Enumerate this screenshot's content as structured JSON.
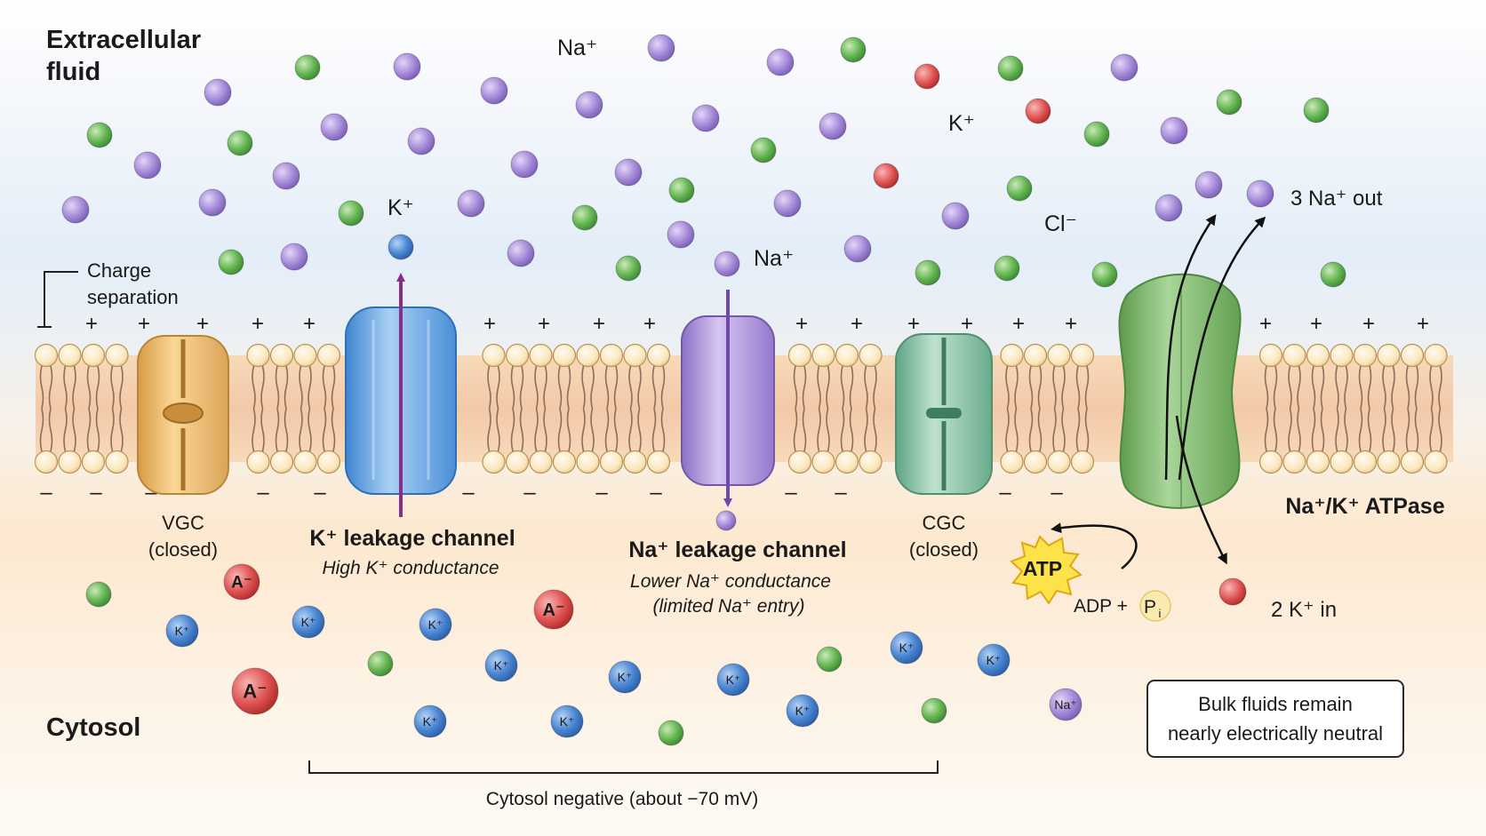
{
  "regions": {
    "extracellular_line1": "Extracellular",
    "extracellular_line2": "fluid",
    "cytosol": "Cytosol"
  },
  "charge_separation": {
    "line1": "Charge",
    "line2": "separation",
    "plus_sign": "+",
    "minus_sign": "–"
  },
  "channels": {
    "vgc": {
      "name": "VGC",
      "state": "(closed)",
      "color": "#f5c26e"
    },
    "k_leak": {
      "name": "K⁺ leakage channel",
      "note": "High K⁺ conductance",
      "ion_label": "K⁺",
      "color": "#5ea8e8"
    },
    "na_leak": {
      "name": "Na⁺ leakage channel",
      "note1": "Lower Na⁺ conductance",
      "note2": "(limited Na⁺ entry)",
      "ion_label": "Na⁺",
      "color": "#a88bd6"
    },
    "cgc": {
      "name": "CGC",
      "state": "(closed)",
      "color": "#8cc4a6"
    },
    "pump": {
      "name": "Na⁺/K⁺ ATPase",
      "out_label": "3 Na⁺ out",
      "in_label": "2 K⁺ in",
      "color": "#7fb86b"
    }
  },
  "extracellular_ion_labels": {
    "na": "Na⁺",
    "k": "K⁺",
    "cl": "Cl⁻"
  },
  "atp": {
    "label": "ATP",
    "adp": "ADP +",
    "pi": "P",
    "pi_sub": "i"
  },
  "cytosol_ions": {
    "k": "K⁺",
    "a": "A⁻",
    "na": "Na⁺"
  },
  "neutral_note": {
    "line1": "Bulk fluids remain",
    "line2": "nearly electrically neutral"
  },
  "potential_note": "Cytosol negative (about −70 mV)",
  "colors": {
    "sodium": "#a58ad8",
    "potassium": "#3f7fd0",
    "chloride": "#5fb04f",
    "anion": "#e05050",
    "lipid_head": "#fbe7bd",
    "tail": "#8d6e5a"
  }
}
